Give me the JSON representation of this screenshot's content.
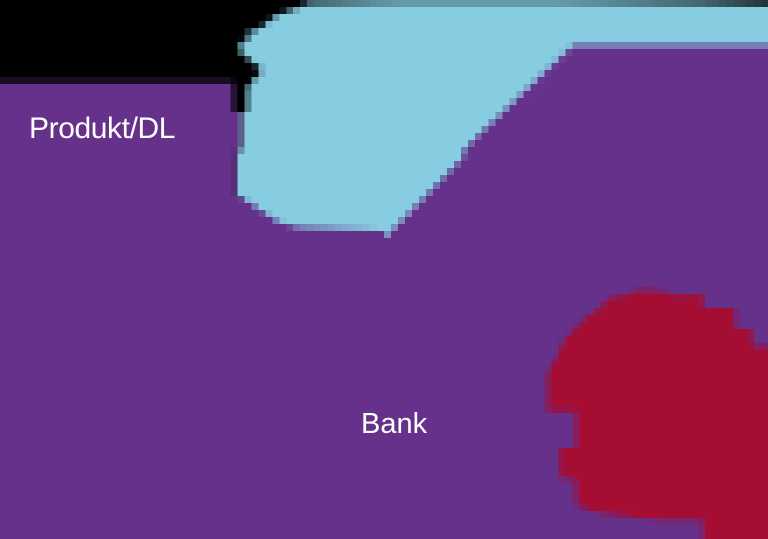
{
  "diagram": {
    "description": "magnified pixelated infographic crop with flow shapes",
    "labels": {
      "product_service": "Produkt/DL",
      "bank": "Bank"
    },
    "colors": {
      "background": "#000000",
      "purple": "#65318B",
      "light_blue": "#87CDE1",
      "dark_red": "#A50D33",
      "label_text": "#FFFFFF"
    },
    "regions": [
      {
        "name": "purple-field",
        "color_key": "purple"
      },
      {
        "name": "light-blue-blob",
        "color_key": "light_blue"
      },
      {
        "name": "dark-red-blob",
        "color_key": "dark_red"
      }
    ]
  }
}
